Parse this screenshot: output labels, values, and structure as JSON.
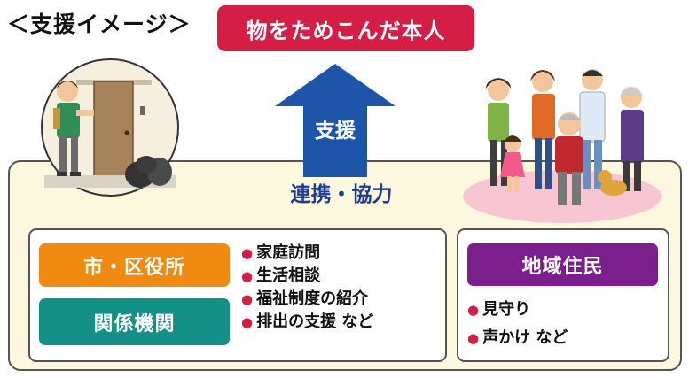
{
  "header": {
    "title": "＜支援イメージ＞"
  },
  "target": {
    "label": "物をためこんだ本人"
  },
  "arrow": {
    "label": "支援"
  },
  "panel": {
    "label": "連携・協力"
  },
  "government": {
    "tags": [
      "市・区役所",
      "関係機関"
    ],
    "services": [
      "家庭訪問",
      "生活相談",
      "福祉制度の紹介",
      "排出の支援 など"
    ]
  },
  "residents": {
    "tag": "地域住民",
    "items": [
      "見守り",
      "声かけ など"
    ]
  },
  "colors": {
    "target": "#d51e46",
    "arrow": "#1e55a8",
    "city": "#f08a12",
    "organization": "#139186",
    "residents": "#7a1f8c",
    "panel": "#fbf8dd"
  }
}
